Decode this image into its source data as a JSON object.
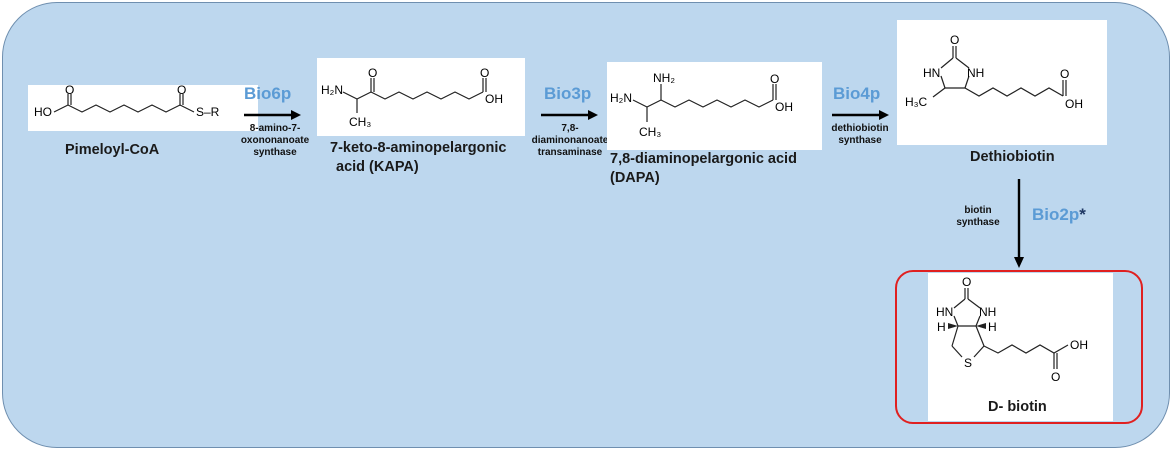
{
  "steps": [
    {
      "compound": "Pimeloyl-CoA"
    },
    {
      "enzyme": "Bio6p",
      "enzyme_name": [
        "8-amino-7-",
        "oxononanoate",
        "synthase"
      ]
    },
    {
      "compound_lines": [
        "7-keto-8-aminopelargonic",
        "acid (KAPA)"
      ]
    },
    {
      "enzyme": "Bio3p",
      "enzyme_name": [
        "7,8-",
        "diaminonanoate",
        "transaminase"
      ]
    },
    {
      "compound_lines": [
        "7,8-diaminopelargonic acid",
        "(DAPA)"
      ]
    },
    {
      "enzyme": "Bio4p",
      "enzyme_name": [
        "dethiobiotin",
        "synthase"
      ]
    },
    {
      "compound": "Dethiobiotin"
    },
    {
      "enzyme": "Bio2p",
      "enzyme_marker": "*",
      "enzyme_name": [
        "biotin",
        "synthase"
      ]
    },
    {
      "compound": "D- biotin"
    }
  ],
  "structure_labels": {
    "pimeloyl": {
      "ho": "HO",
      "o1": "O",
      "o2": "O",
      "sr": "S–R"
    },
    "kapa": {
      "h2n": "H₂N",
      "ch3": "CH₃",
      "o1": "O",
      "o2": "O",
      "oh": "OH"
    },
    "dapa": {
      "nh2": "NH₂",
      "h2n": "H₂N",
      "ch3": "CH₃",
      "o": "O",
      "oh": "OH"
    },
    "dethiobiotin": {
      "o1": "O",
      "hn": "HN",
      "nh": "NH",
      "h3c": "H₃C",
      "o2": "O",
      "oh": "OH"
    },
    "biotin": {
      "o1": "O",
      "hn": "HN",
      "nh": "NH",
      "h1": "H",
      "h2": "H",
      "s": "S",
      "oh": "OH",
      "o2": "O"
    }
  },
  "colors": {
    "background": "#bdd7ee",
    "enzyme": "#5b9bd5",
    "highlight": "#e02020"
  }
}
